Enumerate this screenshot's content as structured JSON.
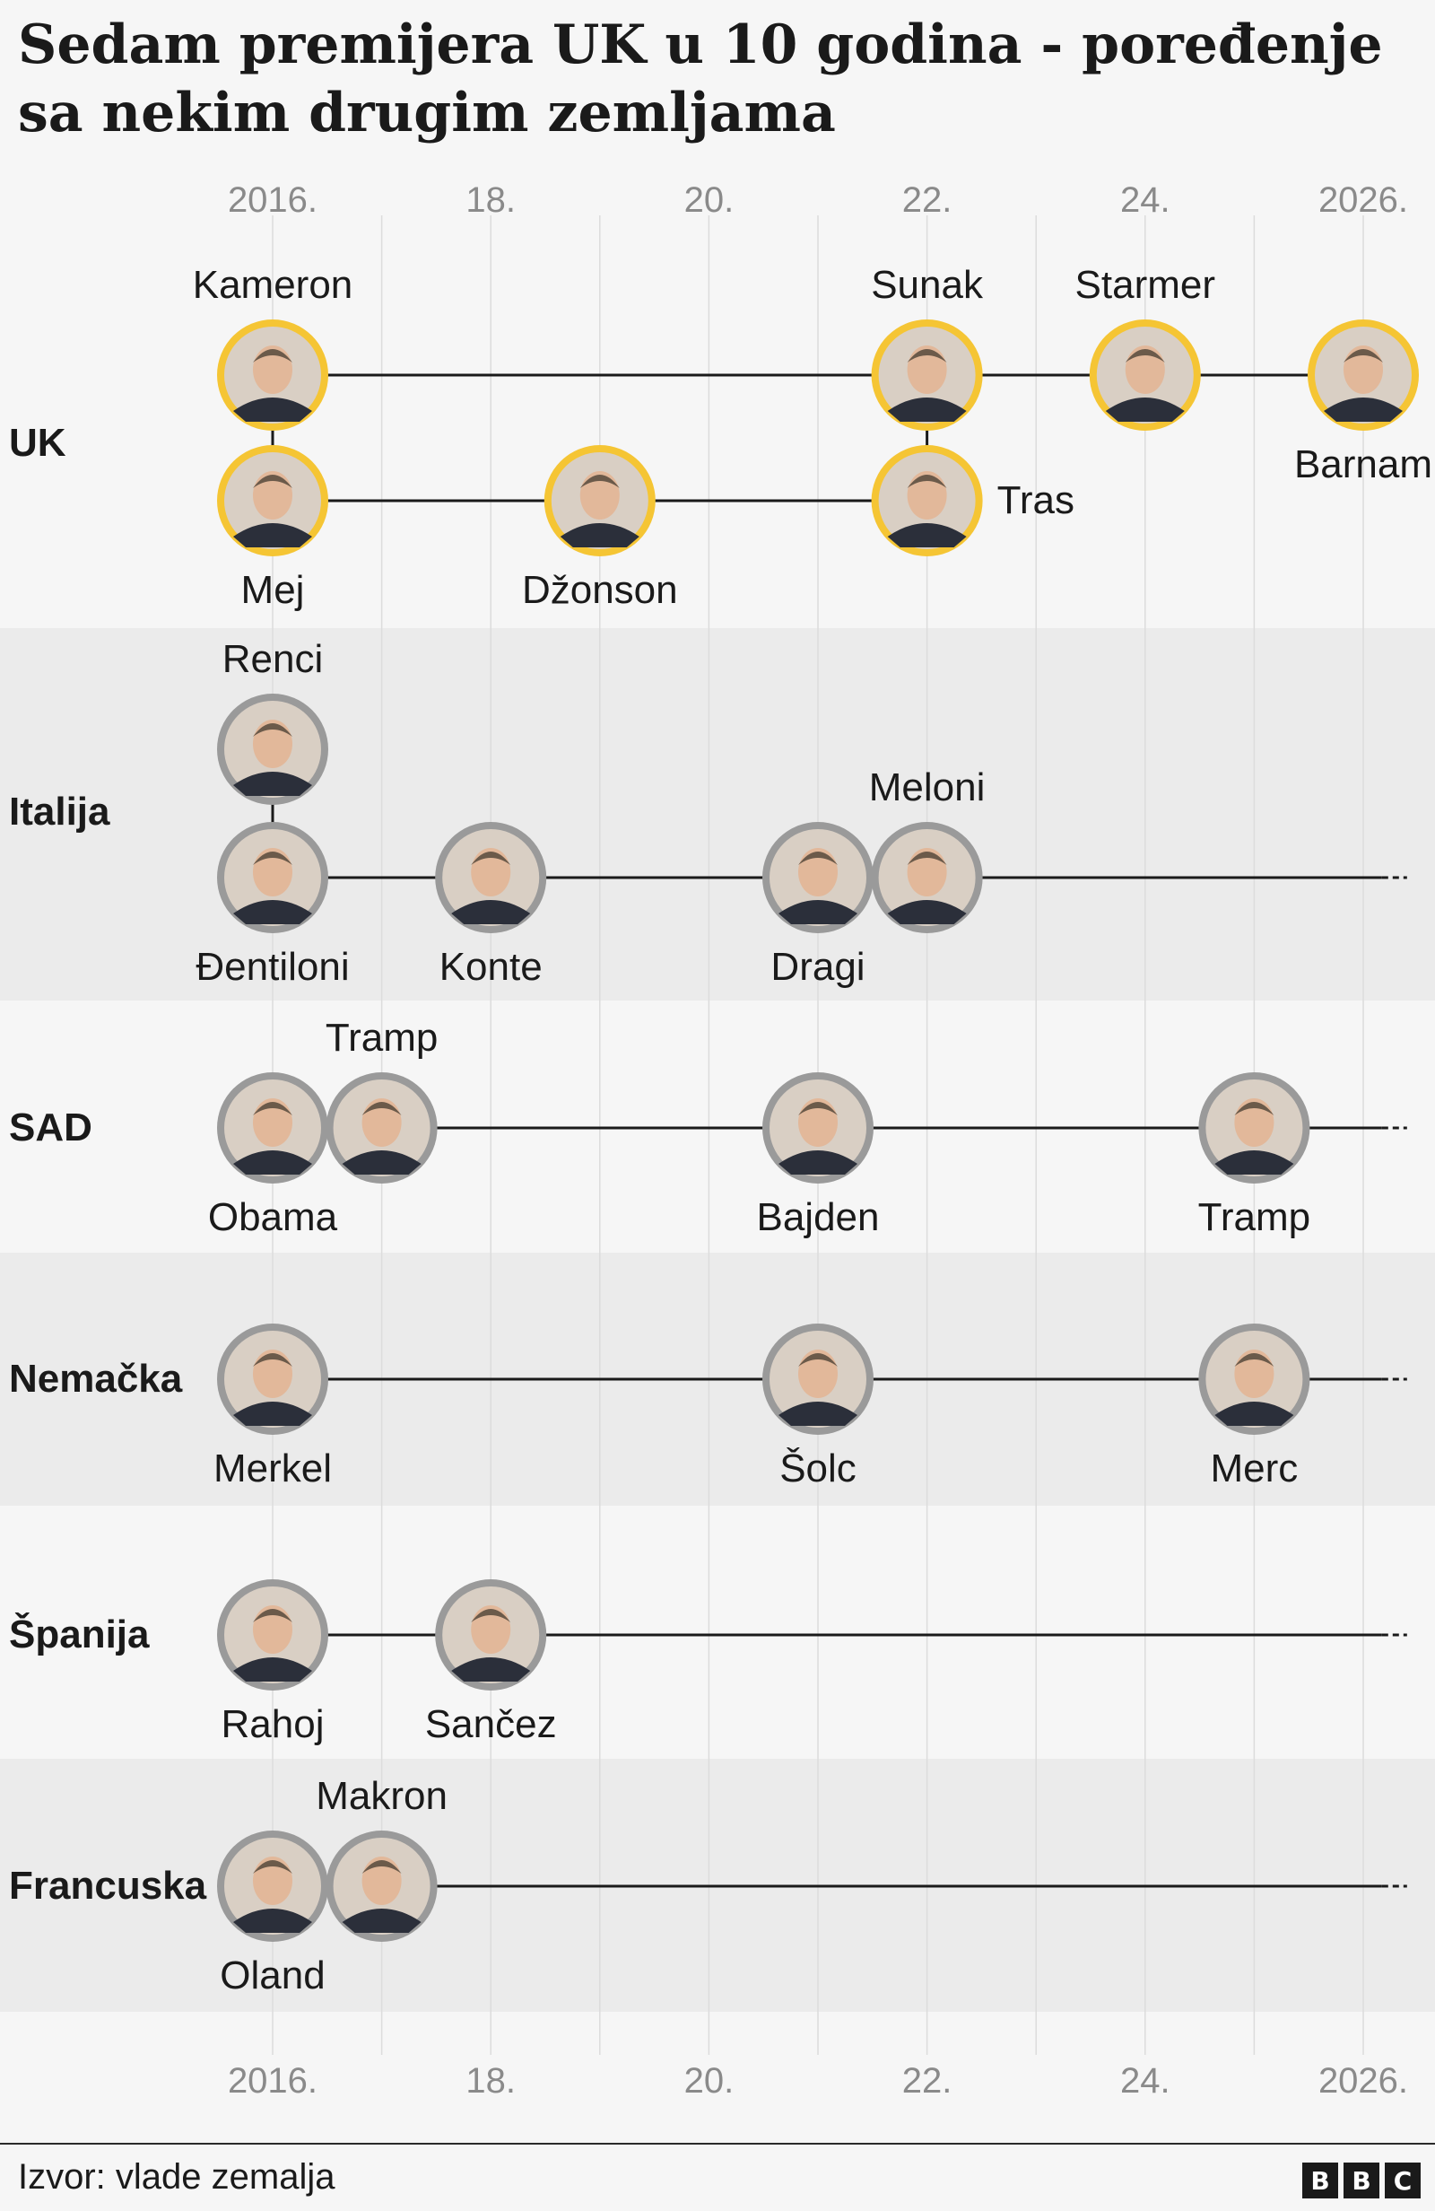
{
  "title": "Sedam premijera UK u 10 godina - poređenje sa nekim drugim zemljama",
  "source": "Izvor: vlade zemalja",
  "logo": "BBC",
  "colors": {
    "uk_ring": "#f5c534",
    "other_ring": "#9a9a9a",
    "band_light": "#f6f6f6",
    "band_dark": "#ebebeb",
    "line": "#1a1a1a",
    "gridline": "#dcdcdc",
    "tick_text": "#8a8a8a"
  },
  "chart_data": {
    "type": "timeline",
    "x_range": [
      2015.5,
      2026.5
    ],
    "x_ticks": [
      {
        "value": 2016,
        "label": "2016."
      },
      {
        "value": 2018,
        "label": "18."
      },
      {
        "value": 2020,
        "label": "20."
      },
      {
        "value": 2022,
        "label": "22."
      },
      {
        "value": 2024,
        "label": "24."
      },
      {
        "value": 2026,
        "label": "2026."
      }
    ],
    "countries": [
      {
        "name": "UK",
        "lanes": [
          {
            "leaders": [
              {
                "name": "Kameron",
                "start": 2016,
                "label_pos": "above",
                "icon": "cameron-portrait"
              },
              {
                "name": "Sunak",
                "start": 2022,
                "label_pos": "above",
                "icon": "sunak-portrait"
              },
              {
                "name": "Starmer",
                "start": 2024,
                "label_pos": "above",
                "icon": "starmer-portrait"
              },
              {
                "name": "Barnam",
                "start": 2026,
                "label_pos": "below",
                "icon": "burnham-portrait"
              }
            ],
            "continues": false
          },
          {
            "leaders": [
              {
                "name": "Mej",
                "start": 2016,
                "label_pos": "below",
                "icon": "may-portrait"
              },
              {
                "name": "Džonson",
                "start": 2019,
                "label_pos": "below",
                "icon": "johnson-portrait"
              },
              {
                "name": "Tras",
                "start": 2022,
                "label_pos": "right",
                "icon": "truss-portrait"
              }
            ],
            "continues": false
          }
        ]
      },
      {
        "name": "Italija",
        "lanes": [
          {
            "leaders": [
              {
                "name": "Renci",
                "start": 2016,
                "label_pos": "above",
                "icon": "renzi-portrait"
              }
            ],
            "continues": false
          },
          {
            "leaders": [
              {
                "name": "Đentiloni",
                "start": 2016,
                "label_pos": "below",
                "icon": "gentiloni-portrait"
              },
              {
                "name": "Konte",
                "start": 2018,
                "label_pos": "below",
                "icon": "conte-portrait"
              },
              {
                "name": "Dragi",
                "start": 2021,
                "label_pos": "below",
                "icon": "draghi-portrait"
              },
              {
                "name": "Meloni",
                "start": 2022,
                "label_pos": "above",
                "icon": "meloni-portrait"
              }
            ],
            "continues": true
          }
        ]
      },
      {
        "name": "SAD",
        "lanes": [
          {
            "leaders": [
              {
                "name": "Obama",
                "start": 2016,
                "label_pos": "below",
                "icon": "obama-portrait"
              },
              {
                "name": "Tramp",
                "start": 2017,
                "label_pos": "above",
                "icon": "trump-portrait"
              },
              {
                "name": "Bajden",
                "start": 2021,
                "label_pos": "below",
                "icon": "biden-portrait"
              },
              {
                "name": "Tramp",
                "start": 2025,
                "label_pos": "below",
                "icon": "trump-portrait"
              }
            ],
            "continues": true
          }
        ]
      },
      {
        "name": "Nemačka",
        "lanes": [
          {
            "leaders": [
              {
                "name": "Merkel",
                "start": 2016,
                "label_pos": "below",
                "icon": "merkel-portrait"
              },
              {
                "name": "Šolc",
                "start": 2021,
                "label_pos": "below",
                "icon": "scholz-portrait"
              },
              {
                "name": "Merc",
                "start": 2025,
                "label_pos": "below",
                "icon": "merz-portrait"
              }
            ],
            "continues": true
          }
        ]
      },
      {
        "name": "Španija",
        "lanes": [
          {
            "leaders": [
              {
                "name": "Rahoj",
                "start": 2016,
                "label_pos": "below",
                "icon": "rajoy-portrait"
              },
              {
                "name": "Sančez",
                "start": 2018,
                "label_pos": "below",
                "icon": "sanchez-portrait"
              }
            ],
            "continues": true
          }
        ]
      },
      {
        "name": "Francuska",
        "lanes": [
          {
            "leaders": [
              {
                "name": "Oland",
                "start": 2016,
                "label_pos": "below",
                "icon": "hollande-portrait"
              },
              {
                "name": "Makron",
                "start": 2017,
                "label_pos": "above",
                "icon": "macron-portrait"
              }
            ],
            "continues": true
          }
        ]
      }
    ]
  }
}
